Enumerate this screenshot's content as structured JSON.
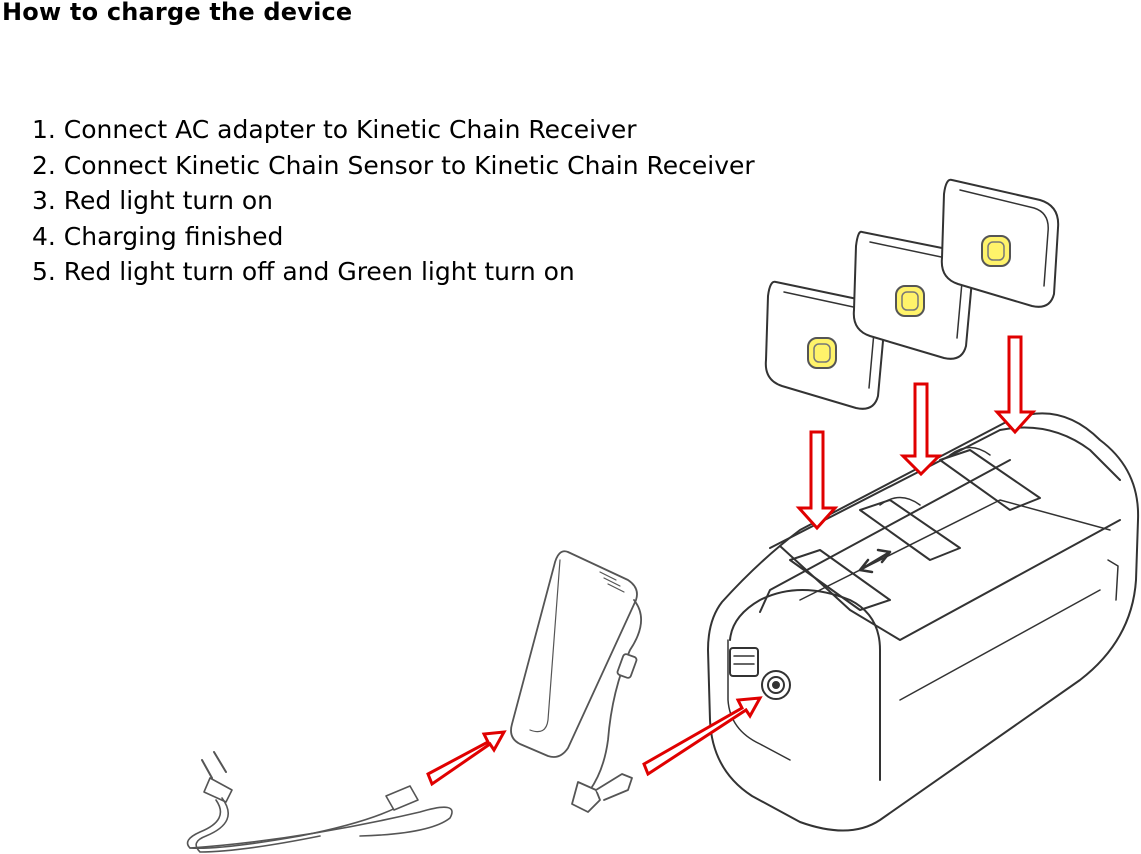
{
  "page": {
    "title": "How to charge the device"
  },
  "steps": [
    "1. Connect AC adapter to Kinetic Chain Receiver",
    "2. Connect Kinetic Chain Sensor to Kinetic Chain Receiver",
    "3. Red light turn on",
    "4. Charging finished",
    "5. Red light turn off and Green light turn on"
  ],
  "colors": {
    "arrow": "#e00000",
    "sensor_light": "#f2e23a",
    "line": "#333333"
  }
}
